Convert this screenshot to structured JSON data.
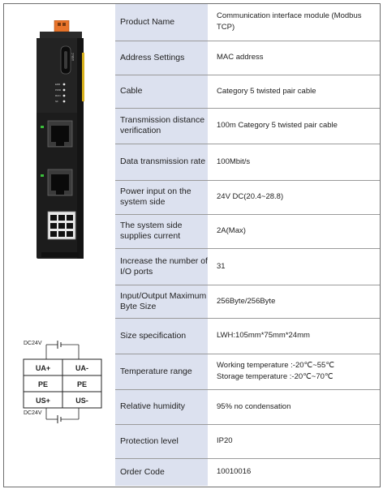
{
  "specs": [
    {
      "label": "Product Name",
      "value": "Communication interface module (Modbus TCP)"
    },
    {
      "label": "Address Settings",
      "value": "MAC address"
    },
    {
      "label": "Cable",
      "value": "Category 5 twisted pair cable"
    },
    {
      "label": "Transmission distance verification",
      "value": "100m Category 5 twisted pair cable"
    },
    {
      "label": "Data transmission rate",
      "value": "100Mbit/s"
    },
    {
      "label": "Power input on the system side",
      "value": "24V DC(20.4~28.8)"
    },
    {
      "label": "The system side supplies current",
      "value": "2A(Max)"
    },
    {
      "label": "Increase the number of I/O ports",
      "value": "31"
    },
    {
      "label": "Input/Output Maximum Byte Size",
      "value": "256Byte/256Byte"
    },
    {
      "label": "Size specification",
      "value": "LWH:105mm*75mm*24mm"
    },
    {
      "label": "Temperature range",
      "value": "Working temperature :-20℃~55℃",
      "value2": "Storage temperature :-20℃~70℃"
    },
    {
      "label": "Relative humidity",
      "value": "95% no condensation"
    },
    {
      "label": "Protection level",
      "value": "IP20"
    },
    {
      "label": "Order Code",
      "value": "10010016"
    }
  ],
  "device": {
    "usb_label": "USB-C",
    "led_labels": [
      "ERR",
      "PWR",
      "RUN",
      "SF"
    ]
  },
  "wiring": {
    "supply_top": "DC24V",
    "supply_bottom": "DC24V",
    "terminals": [
      [
        "UA+",
        "UA-"
      ],
      [
        "PE",
        "PE"
      ],
      [
        "US+",
        "US-"
      ]
    ]
  },
  "colors": {
    "label_bg": "#dce1ef",
    "device_body": "#1c1c1c",
    "connector_orange": "#e8742a"
  }
}
